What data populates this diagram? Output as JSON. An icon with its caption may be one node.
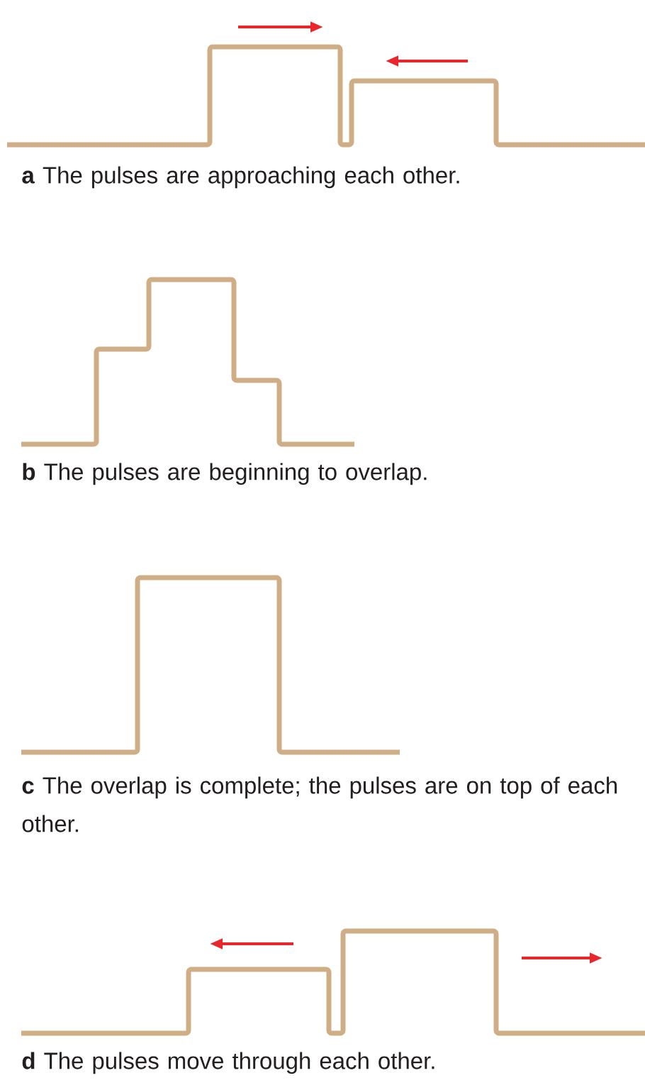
{
  "diagram": {
    "labels": [
      "**a** The pulses are approaching each other.",
      "**b** The pulses are beginning to overlap.",
      "**c** The overlap is complete; the pulses are on top of each other.",
      "**d** The pulses move through each other."
    ]
  }
}
